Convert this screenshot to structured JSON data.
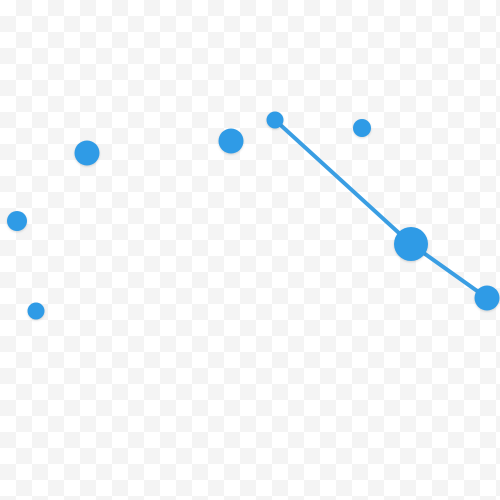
{
  "colors": {
    "dot": "#2f9be6",
    "link": "#3a9ee3",
    "checker_light": "#ffffff",
    "checker_dark": "#f4f4f4"
  },
  "nodes": [
    {
      "id": "node-1"
    },
    {
      "id": "node-2"
    },
    {
      "id": "node-3"
    },
    {
      "id": "node-4"
    },
    {
      "id": "node-5"
    },
    {
      "id": "node-6"
    },
    {
      "id": "node-7"
    },
    {
      "id": "node-8"
    }
  ],
  "links": [
    {
      "from": "node-5",
      "to": "node-7"
    },
    {
      "from": "node-7",
      "to": "node-8"
    }
  ]
}
